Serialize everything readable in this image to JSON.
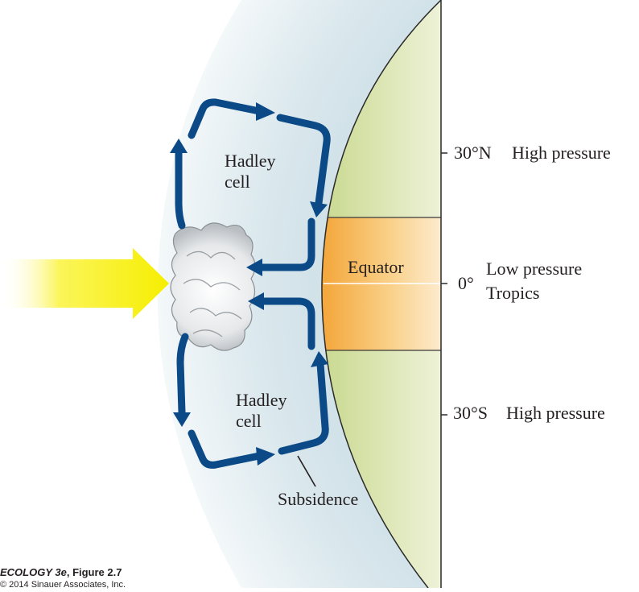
{
  "labels": {
    "hadley_top_line1": "Hadley",
    "hadley_top_line2": "cell",
    "hadley_bottom_line1": "Hadley",
    "hadley_bottom_line2": "cell",
    "equator": "Equator",
    "subsidence": "Subsidence",
    "lat_30n": "30°N",
    "lat_30n_desc": "High pressure",
    "lat_0": "0°",
    "lat_0_desc_line1": "Low pressure",
    "lat_0_desc_line2": "Tropics",
    "lat_30s": "30°S",
    "lat_30s_desc": "High pressure"
  },
  "credit": {
    "book": "ECOLOGY 3e",
    "figure": ", Figure 2.7",
    "copyright": "© 2014 Sinauer Associates, Inc."
  },
  "colors": {
    "arrow_blue": "#0b4a87",
    "sun_arrow": "#f6f000",
    "atmosphere": "#d8e6ec",
    "earth_green": "#d6e2a8",
    "tropics_orange": "#f6b14a"
  }
}
